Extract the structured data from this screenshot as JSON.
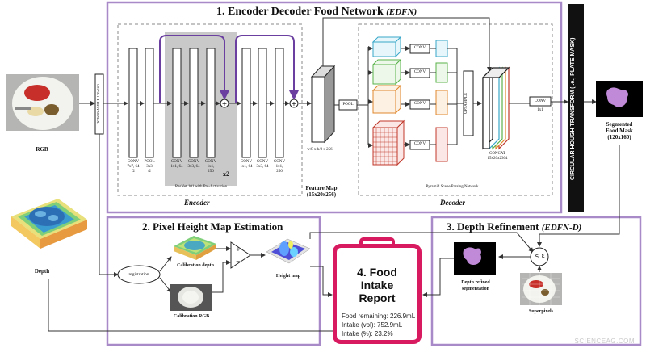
{
  "panels": {
    "edfn": {
      "title_num": "1. Encoder Decoder Food Network",
      "title_abbr": "(EDFN)"
    },
    "height_map": {
      "title": "2. Pixel Height Map Estimation"
    },
    "depth_ref": {
      "title_num": "3. Depth Refinement",
      "title_abbr": "(EDFN-D)"
    },
    "report": {
      "title_line1": "4. Food",
      "title_line2": "Intake",
      "title_line3": "Report"
    }
  },
  "encoder": {
    "label": "Encoder",
    "layers": [
      {
        "line1": "CONV",
        "line2": "7x7, 64",
        "line3": "/2"
      },
      {
        "line1": "POOL",
        "line2": "3x3",
        "line3": "/2"
      },
      {
        "line1": "CONV",
        "line2": "1x1, 64"
      },
      {
        "line1": "CONV",
        "line2": "3x3, 64"
      },
      {
        "line1": "CONV",
        "line2": "1x1,",
        "line3": "256"
      },
      {
        "line1": "CONV",
        "line2": "1x1, 64"
      },
      {
        "line1": "CONV",
        "line2": "3x3, 64"
      },
      {
        "line1": "CONV",
        "line2": "1x1,",
        "line3": "256"
      }
    ],
    "repeat": "x2",
    "resnet_caption": "ResNet 101 with Pre-Activation"
  },
  "decoder": {
    "label": "Decoder",
    "conv": "CONV",
    "upsample": "UPSAMPLE",
    "concat_line1": "CONCAT",
    "concat_line2": "15x20x2304",
    "pspn_caption": "Pyramid Scene Parsing Network"
  },
  "feature_map": {
    "label": "Feature Map",
    "size": "(15x20x256)",
    "dims": "w/8 x h/8 x 256",
    "pool": "POOL"
  },
  "inputs": {
    "rgb": "RGB",
    "depth": "Depth",
    "downsample": "DOWNSAMPLE 120x160"
  },
  "output_conv": {
    "line1": "CONV",
    "line2": "1x1"
  },
  "cht_label": "CIRCULAR HOUGH TRANSFORM (i.e., PLATE MASK)",
  "segmented_mask": {
    "line1": "Segmented",
    "line2": "Food Mask",
    "line3": "(120x160)"
  },
  "height_section": {
    "registration": "registration",
    "calibration_depth": "Calibration depth",
    "calibration_rgb": "Calibration RGB",
    "height_map": "Height map"
  },
  "refinement": {
    "depth_refined_line1": "Depth refined",
    "depth_refined_line2": "segmentation",
    "superpixels": "Superpixels",
    "threshold": "< ε"
  },
  "report_lines": [
    "Food remaining: 226.9mL",
    "Intake (vol): 752.9mL",
    "Intake (%): 23.2%"
  ],
  "watermark": "SCIENCEAG.COM",
  "colors": {
    "panel_border": "#a98ac9",
    "report_accent": "#d81b60",
    "skip_arrow": "#6a3fa0"
  }
}
